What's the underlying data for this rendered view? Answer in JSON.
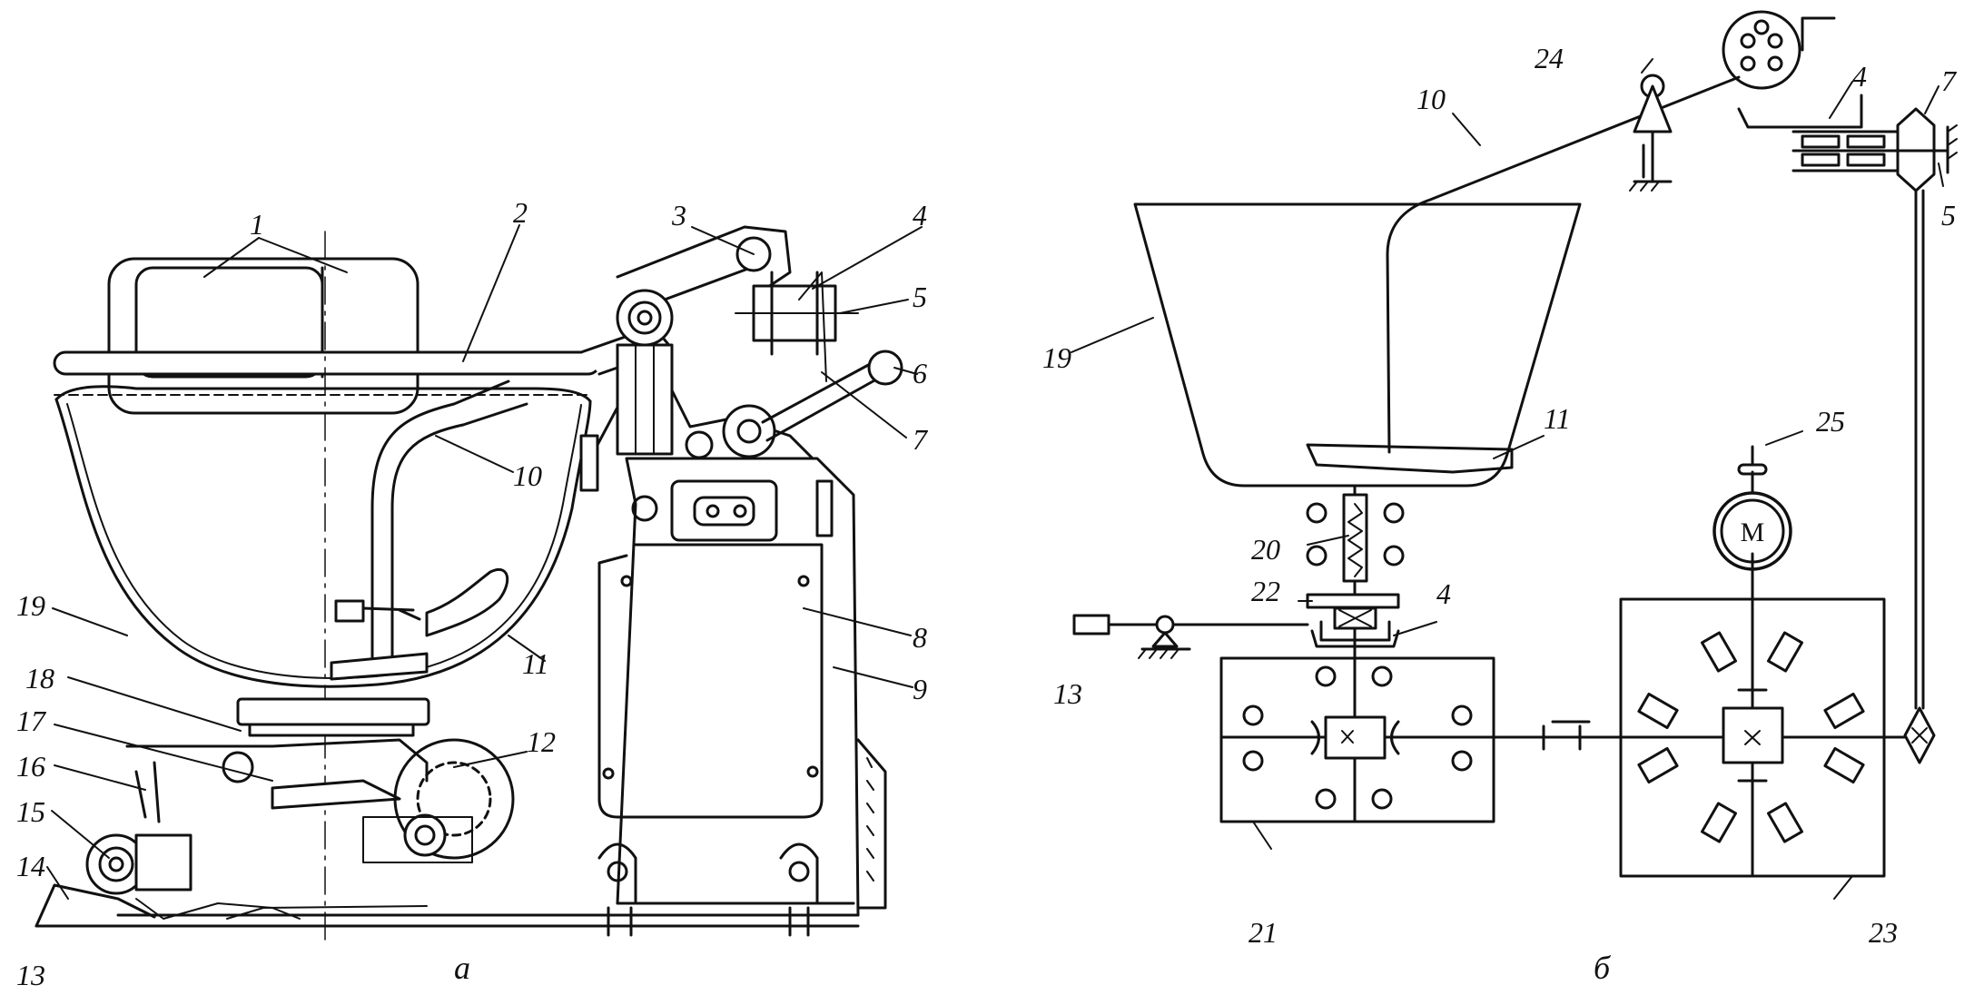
{
  "diagram": {
    "panel_a_label": "а",
    "panel_b_label": "б",
    "motor_symbol": "M",
    "callouts_a": {
      "n1": "1",
      "n2": "2",
      "n3": "3",
      "n4": "4",
      "n5": "5",
      "n6": "6",
      "n7": "7",
      "n8": "8",
      "n9": "9",
      "n10": "10",
      "n11": "11",
      "n12": "12",
      "n13": "13",
      "n14": "14",
      "n15": "15",
      "n16": "16",
      "n17": "17",
      "n18": "18",
      "n19": "19"
    },
    "callouts_b": {
      "n4a": "4",
      "n4b": "4",
      "n5": "5",
      "n7": "7",
      "n10": "10",
      "n11": "11",
      "n13": "13",
      "n19": "19",
      "n20": "20",
      "n21": "21",
      "n22": "22",
      "n23": "23",
      "n24": "24",
      "n25": "25"
    },
    "colors": {
      "ink": "#111111",
      "paper": "#ffffff"
    }
  }
}
